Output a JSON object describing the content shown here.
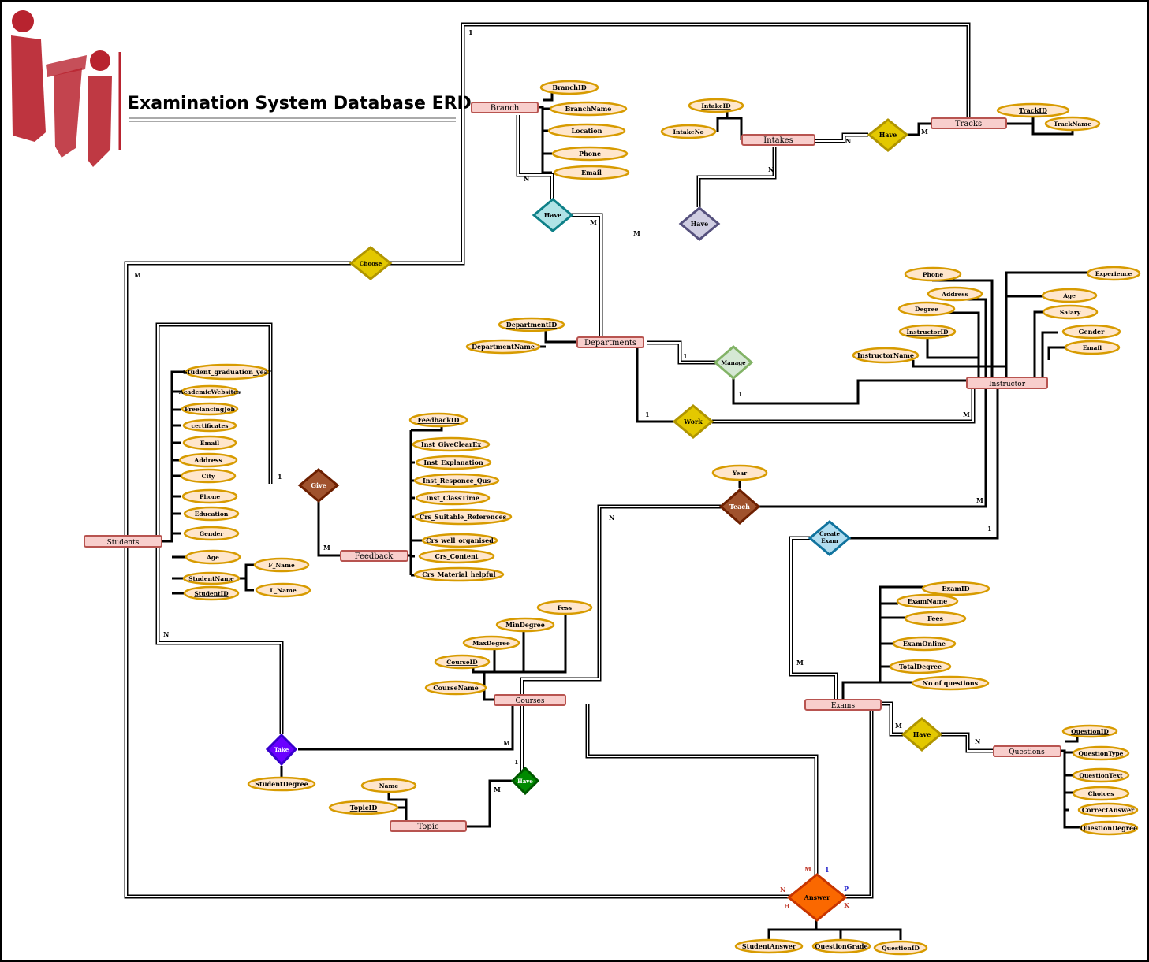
{
  "title": "Examination System Database ERD",
  "logo_text": "iti",
  "colors": {
    "entity_fill": "#f8cecc",
    "entity_stroke": "#b85450",
    "attr_fill": "#ffe6cc",
    "attr_stroke": "#d79b00",
    "logo_red": "#b8232f"
  },
  "entities": {
    "branch": "Branch",
    "tracks": "Tracks",
    "intakes": "Intakes",
    "departments": "Departments",
    "instructor": "Instructor",
    "students": "Students",
    "feedback": "Feedback",
    "courses": "Courses",
    "exams": "Exams",
    "questions": "Questions",
    "topic": "Topic"
  },
  "relationships": {
    "branch_have": "Have",
    "intake_have": "Have",
    "track_have": "Have",
    "choose": "Choose",
    "manage": "Manage",
    "work": "Work",
    "give": "Give",
    "teach": "Teach",
    "create_exam": "Create Exam",
    "take": "Take",
    "topic_have": "Have",
    "questions_have": "Have",
    "answer": "Answer"
  },
  "attributes": {
    "branch": [
      "BranchID",
      "BranchName",
      "Location",
      "Phone",
      "Email"
    ],
    "intakes": [
      "IntakeID",
      "IntakeNo"
    ],
    "tracks": [
      "TrackID",
      "TrackName"
    ],
    "departments": [
      "DepartmentID",
      "DepartmentName"
    ],
    "instructor": [
      "Phone",
      "Address",
      "Degree",
      "InstructorID",
      "InstructorName",
      "Experience",
      "Age",
      "Salary",
      "Gender",
      "Email"
    ],
    "students": [
      "Student_graduation_year",
      "AcademicWebsites",
      "FreelancingJob",
      "certificates",
      "Email",
      "Address",
      "City",
      "Phone",
      "Education",
      "Gender",
      "Age",
      "StudentName",
      "StudentID",
      "F_Name",
      "L_Name"
    ],
    "feedback": [
      "FeedbackID",
      "Inst_GiveClearEx",
      "Inst_Explanation",
      "Inst_Responce_Qus",
      "Inst_ClassTime",
      "Crs_Suitable_References",
      "Crs_well_organised",
      "Crs_Content",
      "Crs_Material_helpful"
    ],
    "teach": [
      "Year"
    ],
    "courses": [
      "Fess",
      "MinDegree",
      "MaxDegree",
      "CourseID",
      "CourseName"
    ],
    "exams": [
      "ExamID",
      "ExamName",
      "Fees",
      "ExamOnline",
      "TotalDegree",
      "No of questions"
    ],
    "questions": [
      "QuestionID",
      "QuestionType",
      "QuestionText",
      "Choices",
      "CorrectAnswer",
      "QuestionDegree"
    ],
    "take": [
      "StudentDegree"
    ],
    "topic": [
      "Name",
      "TopicID"
    ],
    "answer": [
      "StudentAnswer",
      "QuestionGrade",
      "QuestionID"
    ]
  },
  "cardinalities": {
    "track_choose": "1",
    "student_choose": "M",
    "branch_have": "N",
    "dept_branch_have": "M",
    "intake_have_i": "N",
    "dept_intake_have": "M",
    "intake_track": "N",
    "track_intake": "M",
    "manage_dept": "1",
    "manage_inst": "1",
    "work_dept": "1",
    "work_inst": "M",
    "give_student": "1",
    "give_feedback": "M",
    "teach_course": "N",
    "teach_inst": "M",
    "create_inst": "1",
    "create_exam": "M",
    "take_student": "N",
    "take_course": "M",
    "topic_course": "1",
    "topic_topic": "M",
    "q_exam": "M",
    "q_question": "N",
    "ans_m": "M",
    "ans_1": "1",
    "ans_n": "N",
    "ans_p": "P",
    "ans_h": "H",
    "ans_k": "K"
  }
}
